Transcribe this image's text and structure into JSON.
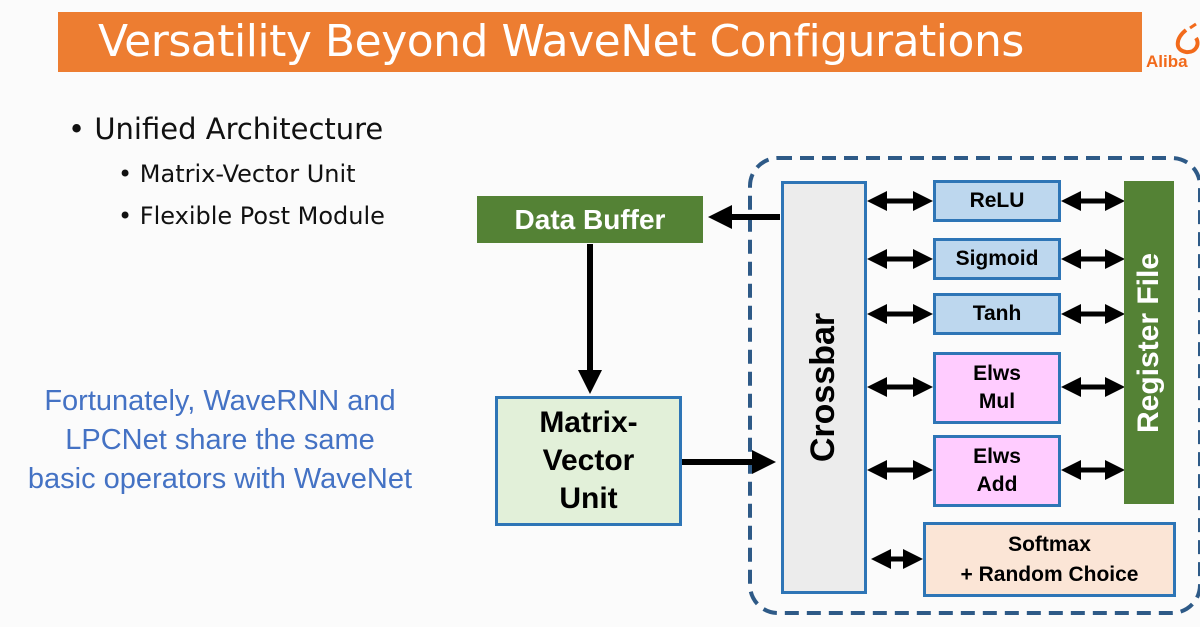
{
  "slide": {
    "title": "Versatility Beyond WaveNet Configurations",
    "logo_text": "Aliba",
    "bullets": [
      {
        "text": "Unified Architecture",
        "children": [
          "Matrix-Vector Unit",
          "Flexible Post Module"
        ]
      }
    ],
    "note_lines": [
      "Fortunately, WaveRNN and",
      "LPCNet share the same",
      "basic operators with WaveNet"
    ]
  },
  "diagram": {
    "data_buffer": "Data Buffer",
    "mvu_lines": [
      "Matrix-",
      "Vector",
      "Unit"
    ],
    "crossbar": "Crossbar",
    "register_file": "Register File",
    "ops": [
      {
        "lines": [
          "ReLU"
        ]
      },
      {
        "lines": [
          "Sigmoid"
        ]
      },
      {
        "lines": [
          "Tanh"
        ]
      },
      {
        "lines": [
          "Elws",
          "Mul"
        ]
      },
      {
        "lines": [
          "Elws",
          "Add"
        ]
      }
    ],
    "softmax_lines": [
      "Softmax",
      "+ Random Choice"
    ]
  },
  "colors": {
    "title_bg": "#ed7d31",
    "green": "#548235",
    "light_green_fill": "#e2f0d9",
    "blue_border": "#2e75b6",
    "light_blue_fill": "#bdd7ee",
    "pink_fill": "#ffccff",
    "peach_fill": "#fbe5d6",
    "dashed_border": "#2e5a87",
    "crossbar_fill": "#ececec",
    "note_blue": "#4472c4"
  }
}
